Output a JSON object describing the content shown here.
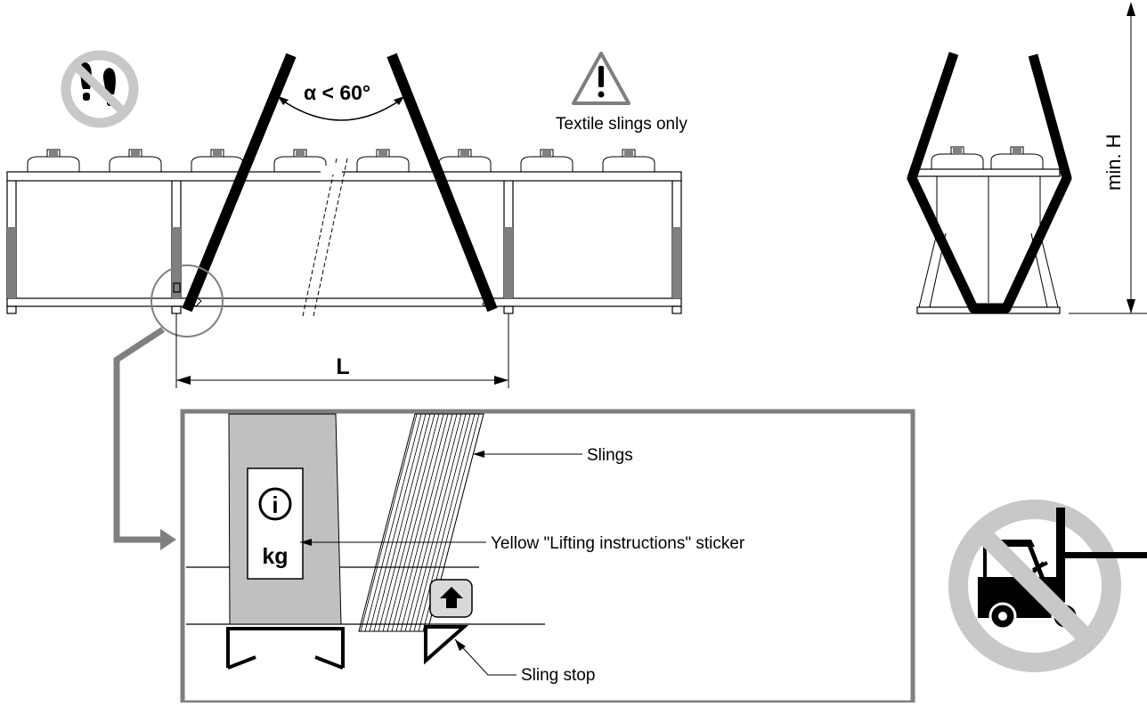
{
  "angle_label": "α < 60°",
  "warning": {
    "icon": "warning-triangle-icon",
    "text": "Textile slings only"
  },
  "prohibition": {
    "walking": "no-walking-icon",
    "forklift": "no-forklift-icon"
  },
  "dimensions": {
    "length_label": "L",
    "height_label": "min. H"
  },
  "detail": {
    "slings_label": "Slings",
    "sticker_label": "Yellow \"Lifting instructions\" sticker",
    "sling_stop_label": "Sling stop",
    "sticker_info": "i",
    "sticker_weight": "kg"
  },
  "colors": {
    "line": "#000000",
    "grey": "#808080",
    "prohibition_grey": "#c8c8c8",
    "leg_fill": "#c0c0c0"
  }
}
